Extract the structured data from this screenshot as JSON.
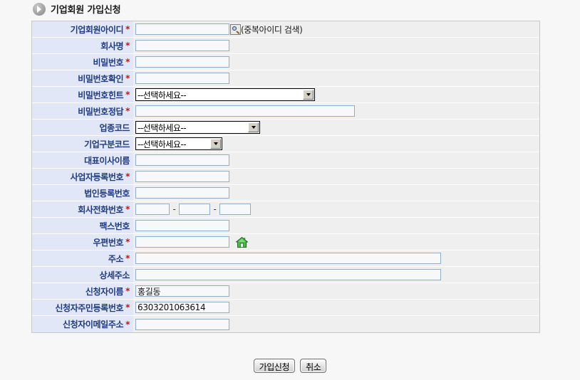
{
  "header": {
    "title": "기업회원 가입신청",
    "icon": "arrow-circle-icon"
  },
  "form": {
    "rows": [
      {
        "label": "기업회원아이디",
        "required": true,
        "type": "text-search",
        "value": "",
        "search_icon": "magnifier-icon",
        "hint": "(중복아이디 검색)"
      },
      {
        "label": "회사명",
        "required": true,
        "type": "text",
        "value": ""
      },
      {
        "label": "비밀번호",
        "required": true,
        "type": "text",
        "value": ""
      },
      {
        "label": "비밀번호확인",
        "required": true,
        "type": "text",
        "value": ""
      },
      {
        "label": "비밀번호힌트",
        "required": true,
        "type": "select-hint",
        "value": "--선택하세요--"
      },
      {
        "label": "비밀번호정답",
        "required": true,
        "type": "text-wide",
        "value": ""
      },
      {
        "label": "업종코드",
        "required": false,
        "type": "select-biz",
        "value": "--선택하세요--"
      },
      {
        "label": "기업구분코드",
        "required": false,
        "type": "select-type",
        "value": "--선택하세요--"
      },
      {
        "label": "대표이사이름",
        "required": false,
        "type": "text",
        "value": ""
      },
      {
        "label": "사업자등록번호",
        "required": true,
        "type": "text",
        "value": ""
      },
      {
        "label": "법인등록번호",
        "required": false,
        "type": "text",
        "value": ""
      },
      {
        "label": "회사전화번호",
        "required": true,
        "type": "phone",
        "value1": "",
        "value2": "",
        "value3": "",
        "separator": "-"
      },
      {
        "label": "팩스번호",
        "required": false,
        "type": "text",
        "value": ""
      },
      {
        "label": "우편번호",
        "required": true,
        "type": "text-home",
        "value": "",
        "home_icon": "home-icon"
      },
      {
        "label": "주소",
        "required": true,
        "type": "text-addr",
        "value": ""
      },
      {
        "label": "상세주소",
        "required": false,
        "type": "text-addr",
        "value": ""
      },
      {
        "label": "신청자이름",
        "required": true,
        "type": "text",
        "value": "홍길동"
      },
      {
        "label": "신청자주민등록번호",
        "required": true,
        "type": "text",
        "value": "6303201063614"
      },
      {
        "label": "신청자이메일주소",
        "required": true,
        "type": "text",
        "value": ""
      }
    ]
  },
  "buttons": {
    "submit": "가입신청",
    "cancel": "취소"
  },
  "colors": {
    "label_bg": "#e1e7f7",
    "label_text": "#1f3b80",
    "value_bg": "#efefef",
    "required_mark": "#d01010",
    "page_bg": "#f7f7f7",
    "input_border": "#8fadc8",
    "home_icon_green": "#3faa3f"
  }
}
